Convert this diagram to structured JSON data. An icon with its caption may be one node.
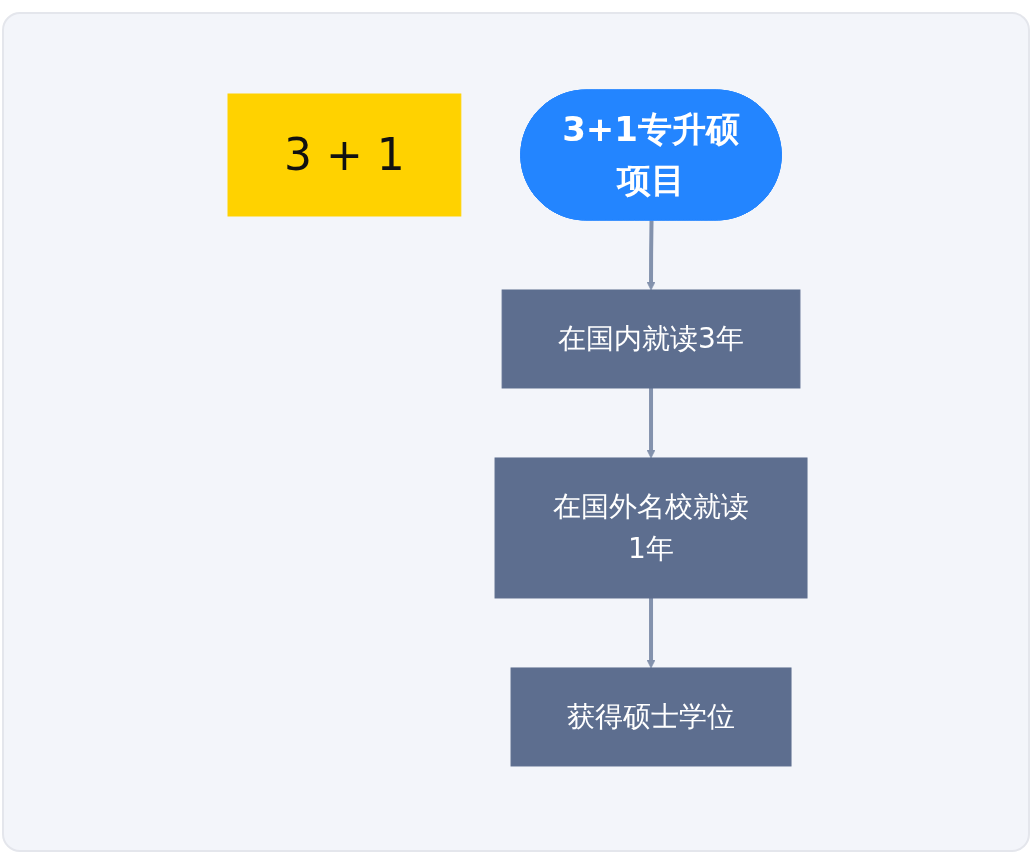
{
  "diagram": {
    "nodes": [
      {
        "text": [
          "3 + 1"
        ]
      },
      {
        "text": [
          "3+1专升硕项目"
        ]
      },
      {
        "text": [
          "在国内就读3年"
        ]
      },
      {
        "text": [
          "在国外名校就读1年"
        ]
      },
      {
        "text": [
          "获得硕士学位"
        ]
      }
    ],
    "edges": [
      {
        "from": 1,
        "to": 2,
        "arrow": "to"
      },
      {
        "from": 2,
        "to": 3,
        "arrow": "to"
      },
      {
        "from": 3,
        "to": 4,
        "arrow": "to"
      }
    ]
  }
}
